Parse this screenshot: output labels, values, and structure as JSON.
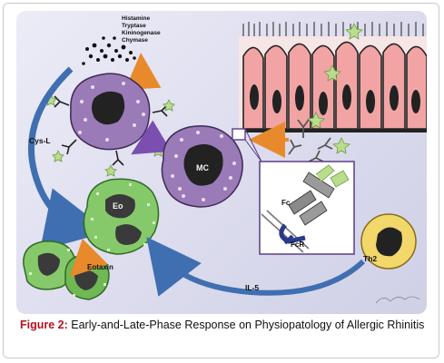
{
  "figure": {
    "label": "Figure 2:",
    "caption": " Early-and-Late-Phase Response on Physiopatology of Allergic Rhinitis"
  },
  "mediators": [
    "Histamine",
    "Tryptase",
    "Kininogenase",
    "Chymase"
  ],
  "labels": {
    "cys_l": "Cys-L",
    "mast_cell": "MC",
    "eosinophil": "Eo",
    "eotaxin": "Eotaxin",
    "th2": "Th2",
    "il5": "IL-5",
    "fc": "Fc",
    "fcr": "FcR"
  },
  "colors": {
    "panel_bg": "#dcdcee",
    "mast_cell_fill": "#9b7ab8",
    "eosinophil_fill": "#86c96a",
    "epithelium_fill": "#f2a4a4",
    "arrow_blue": "#3f6fb0",
    "arrow_orange": "#e88a2c",
    "allergen_green": "#b9dd8a",
    "caption_label": "#b3111e"
  }
}
